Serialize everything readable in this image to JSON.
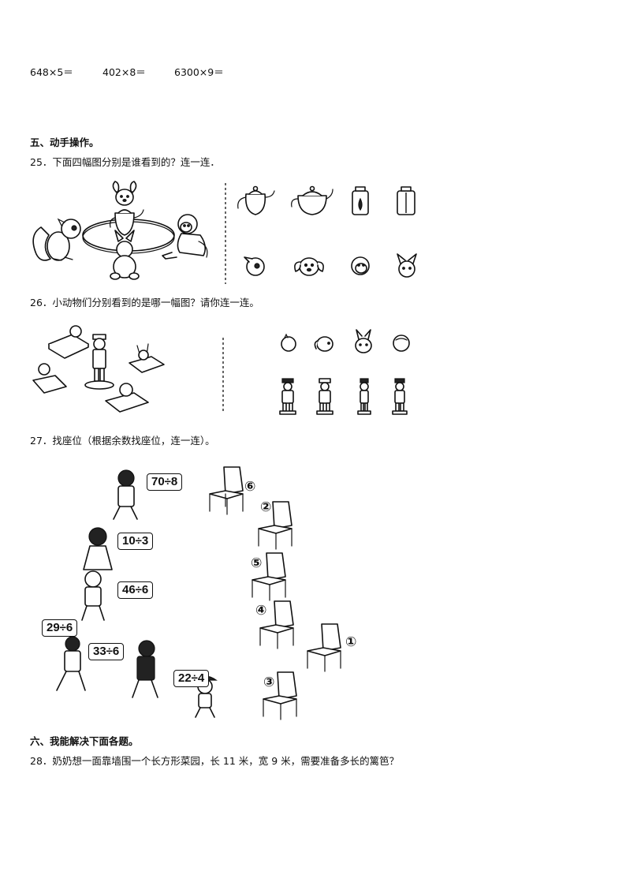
{
  "calc": {
    "e1": "648×5＝",
    "e2": "402×8＝",
    "e3": "6300×9＝"
  },
  "section5": {
    "title": "五、动手操作。"
  },
  "q25": {
    "text": "25．下面四幅图分别是谁看到的？连一连．"
  },
  "q26": {
    "text": "26．小动物们分别看到的是哪一幅图？请你连一连。"
  },
  "q27": {
    "text": "27．找座位（根据余数找座位，连一连）。",
    "expressions": [
      "70÷8",
      "10÷3",
      "46÷6",
      "29÷6",
      "33÷6",
      "22÷4"
    ],
    "seats": [
      "⑥",
      "②",
      "⑤",
      "④",
      "①",
      "③"
    ]
  },
  "section6": {
    "title": "六、我能解决下面各题。"
  },
  "q28": {
    "text": "28．奶奶想一面靠墙围一个长方形菜园，长 11 米，宽 9 米，需要准备多长的篱笆？"
  }
}
